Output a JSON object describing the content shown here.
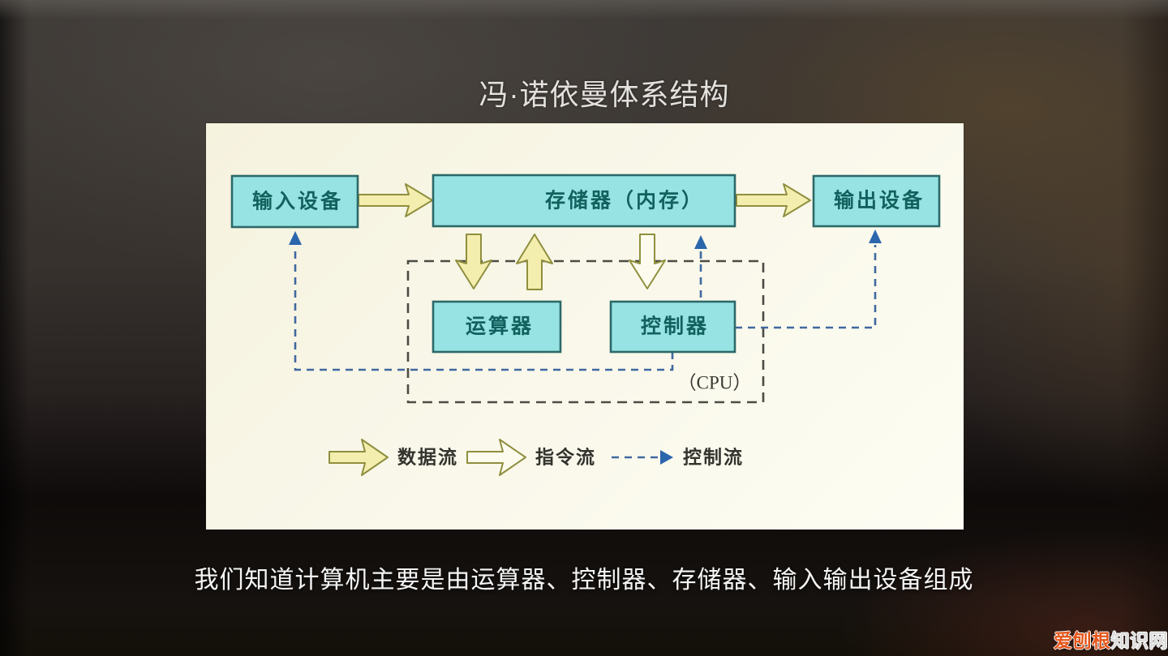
{
  "title": "冯·诺依曼体系结构",
  "caption": "我们知道计算机主要是由运算器、控制器、存储器、输入输出设备组成",
  "watermark": {
    "brand": "爱刨根",
    "suffix": "知识网"
  },
  "diagram": {
    "boxes": {
      "input_device": "输入设备",
      "memory": "存储器（内存）",
      "output_device": "输出设备",
      "alu": "运算器",
      "control_unit": "控制器"
    },
    "cpu_label": "（CPU）",
    "legend": {
      "data_flow": "数据流",
      "instruction_flow": "指令流",
      "control_flow": "控制流"
    },
    "colors": {
      "box_fill": "#97e3e3",
      "box_border": "#2c6968",
      "box_text": "#12615f",
      "data_arrow_fill": "#f3edae",
      "instruction_arrow_fill": "#fcfbee",
      "arrow_outline": "#8f8f3e",
      "control_flow_line": "#40699f",
      "control_arrowhead": "#2b66ad",
      "cpu_border": "#4c4c45",
      "panel_background": "#f8f5e6",
      "watermark_brand": "#e4561b"
    }
  }
}
